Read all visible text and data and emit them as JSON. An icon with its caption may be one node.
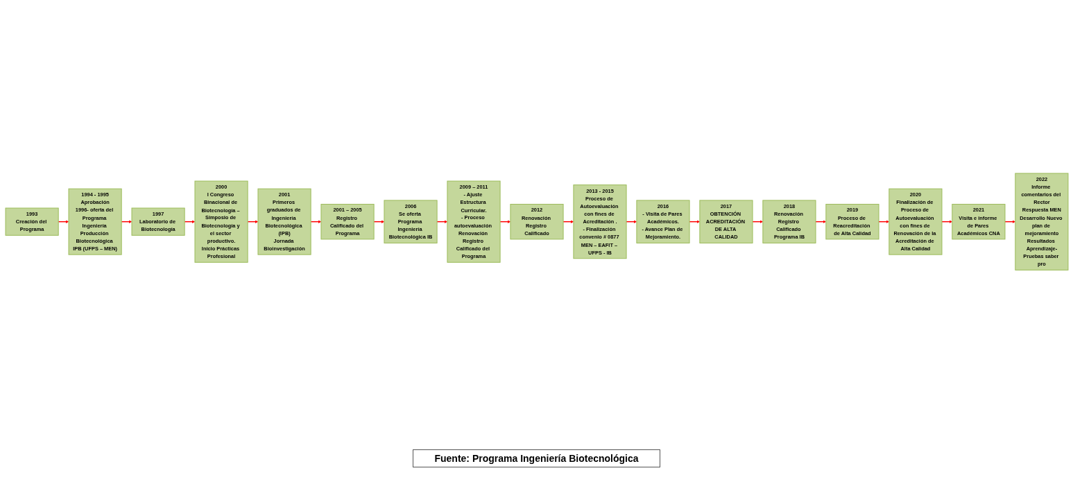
{
  "diagram": {
    "caption": "Fuente: Programa Ingeniería Biotecnológica",
    "nodes": [
      {
        "text": [
          "1993",
          "Creación del Programa"
        ]
      },
      {
        "text": [
          "1994 - 1995",
          "Aprobación",
          "1996- oferta del Programa Ingeniería Producción Biotecnológica IPB (UFPS – MEN)"
        ]
      },
      {
        "text": [
          "1997",
          "Laboratorio de Biotecnología"
        ]
      },
      {
        "text": [
          "2000",
          "I Congreso Binacional de Biotecnología – Simposio de Biotecnología y el sector productivo.",
          "Inicio Prácticas Profesional"
        ]
      },
      {
        "text": [
          "2001",
          "Primeros graduados de Ingeniería Biotecnológica (IPB)",
          "Jornada Bioinvestigación"
        ]
      },
      {
        "text": [
          "2001 – 2005",
          "Registro Calificado del Programa"
        ]
      },
      {
        "text": [
          "2006",
          "Se oferta Programa Ingeniería Biotecnológica IB"
        ]
      },
      {
        "text": [
          "2009 – 2011",
          "- Ajuste Estructura Curricular.",
          "- Proceso autoevaluación Renovación Registro Calificado del Programa"
        ]
      },
      {
        "text": [
          "2012",
          "Renovación Registro Calificado"
        ]
      },
      {
        "text": [
          "2013 - 2015",
          "Proceso de Autoevaluación con fines de Acreditación .",
          "- Finalización convenio # 0877 MEN – EAFIT – UFPS - IB"
        ]
      },
      {
        "text": [
          "2016",
          "- Visita de Pares Académicos.",
          "- Avance Plan de Mejoramiento."
        ]
      },
      {
        "text": [
          "2017",
          "OBTENCIÓN ACREDITACIÓN DE ALTA CALIDAD"
        ]
      },
      {
        "text": [
          "2018",
          "Renovación Registro Calificado Programa IB"
        ]
      },
      {
        "text": [
          "2019",
          "Proceso de Reacreditación de Alta Calidad"
        ]
      },
      {
        "text": [
          "2020",
          "Finalización de Proceso de Autoevaluación con fines de Renovación de la Acreditación de Alta Calidad"
        ]
      },
      {
        "text": [
          "2021",
          "Visita e informe de Pares Académicos CNA"
        ]
      },
      {
        "text": [
          "2022",
          "Informe comentarios del Rector",
          "Respuesta MEN",
          "Desarrollo Nuevo plan de mejoramiento",
          "Resultados Aprendizaje-Pruebas saber pro"
        ]
      }
    ],
    "edges": [
      {
        "from": 0,
        "to": 1,
        "arrow": "to"
      },
      {
        "from": 1,
        "to": 2,
        "arrow": "to"
      },
      {
        "from": 2,
        "to": 3,
        "arrow": "to"
      },
      {
        "from": 3,
        "to": 4,
        "arrow": "to"
      },
      {
        "from": 4,
        "to": 5,
        "arrow": "to"
      },
      {
        "from": 5,
        "to": 6,
        "arrow": "to"
      },
      {
        "from": 6,
        "to": 7,
        "arrow": "to"
      },
      {
        "from": 7,
        "to": 8,
        "arrow": "to"
      },
      {
        "from": 8,
        "to": 9,
        "arrow": "to"
      },
      {
        "from": 9,
        "to": 10,
        "arrow": "to"
      },
      {
        "from": 10,
        "to": 11,
        "arrow": "to"
      },
      {
        "from": 11,
        "to": 12,
        "arrow": "to"
      },
      {
        "from": 12,
        "to": 13,
        "arrow": "to"
      },
      {
        "from": 13,
        "to": 14,
        "arrow": "to"
      },
      {
        "from": 14,
        "to": 15,
        "arrow": "to"
      },
      {
        "from": 15,
        "to": 16,
        "arrow": "to"
      }
    ]
  }
}
